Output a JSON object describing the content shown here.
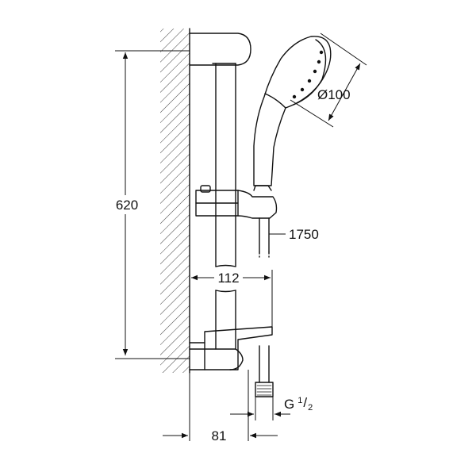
{
  "dimensions": {
    "height": "620",
    "head_diameter": "Ø100",
    "hose_length": "1750",
    "bar_offset": "112",
    "wall_offset": "81",
    "thread_main": "G",
    "thread_num": "1",
    "thread_den": "2"
  },
  "colors": {
    "line": "#111111",
    "background": "#ffffff"
  }
}
